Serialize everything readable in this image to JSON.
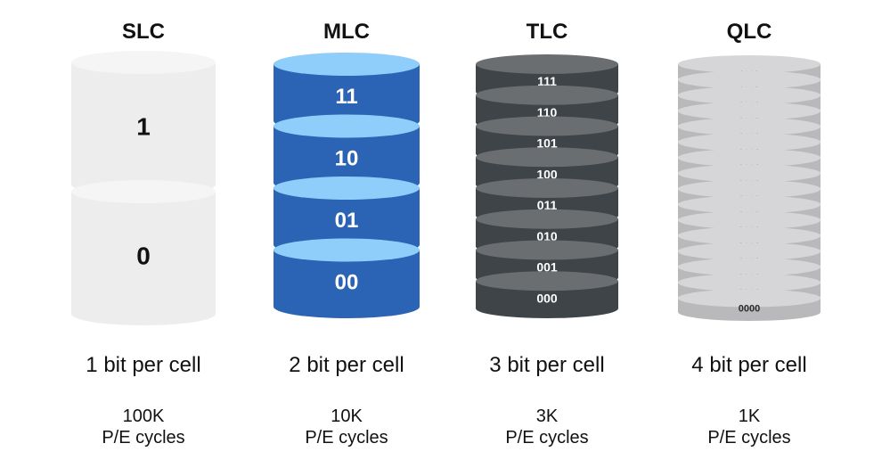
{
  "columns": [
    {
      "key": "slc",
      "title": "SLC",
      "levels": [
        "1",
        "0"
      ],
      "bits_label": "1 bit per cell",
      "endurance_value": "100K",
      "endurance_unit": "P/E cycles",
      "colors": {
        "side": "#ededee",
        "top": "#f5f5f6",
        "text": "#111111"
      }
    },
    {
      "key": "mlc",
      "title": "MLC",
      "levels": [
        "11",
        "10",
        "01",
        "00"
      ],
      "bits_label": "2 bit per cell",
      "endurance_value": "10K",
      "endurance_unit": "P/E cycles",
      "colors": {
        "side": "#2b63b5",
        "top": "#8fcdfa",
        "text": "#ffffff"
      }
    },
    {
      "key": "tlc",
      "title": "TLC",
      "levels": [
        "111",
        "110",
        "101",
        "100",
        "011",
        "010",
        "001",
        "000"
      ],
      "bits_label": "3 bit per cell",
      "endurance_value": "3K",
      "endurance_unit": "P/E cycles",
      "colors": {
        "side": "#3f4449",
        "top": "#6b6e71",
        "text": "#ffffff"
      }
    },
    {
      "key": "qlc",
      "title": "QLC",
      "levels": [
        "1111",
        "1110",
        "1101",
        "1100",
        "1011",
        "1010",
        "1001",
        "1000",
        "0111",
        "0110",
        "0101",
        "0100",
        "0011",
        "0010",
        "0001",
        "0000"
      ],
      "bits_label": "4 bit per cell",
      "endurance_value": "1K",
      "endurance_unit": "P/E cycles",
      "colors": {
        "side": "#b9b9bb",
        "top": "#d6d6d8",
        "text": "#2b2b2b"
      }
    }
  ]
}
